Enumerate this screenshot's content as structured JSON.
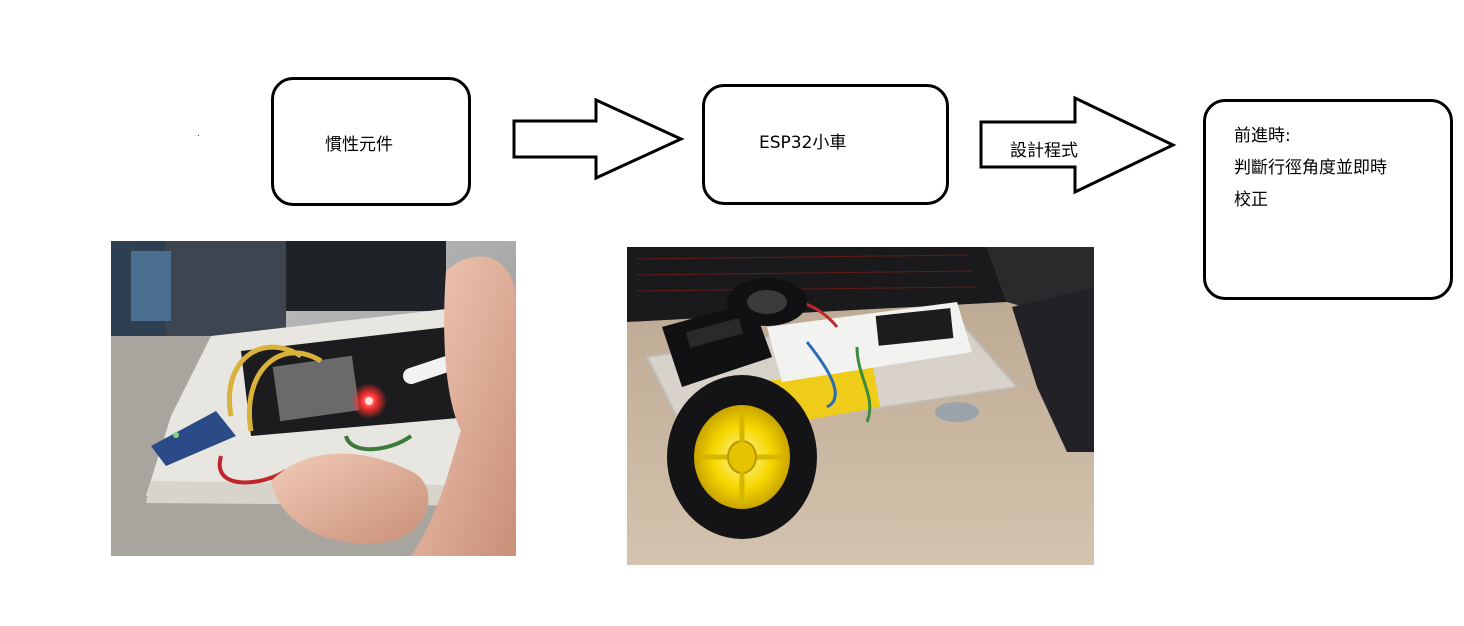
{
  "nodes": {
    "sensor": {
      "label": "慣性元件"
    },
    "car": {
      "label": "ESP32小車"
    },
    "result": {
      "lines": [
        "前進時:",
        "判斷行徑角度並即時",
        "校正"
      ]
    }
  },
  "arrows": {
    "second": {
      "label": "設計程式"
    }
  },
  "photos": {
    "sensor_board": {
      "subject": "ESP32 board with IMU on breadboard"
    },
    "robot_car": {
      "subject": "ESP32 two-wheel robot car"
    }
  },
  "colors": {
    "stroke": "#000000",
    "led": "#ff3030",
    "wheel": "#f5d800"
  }
}
